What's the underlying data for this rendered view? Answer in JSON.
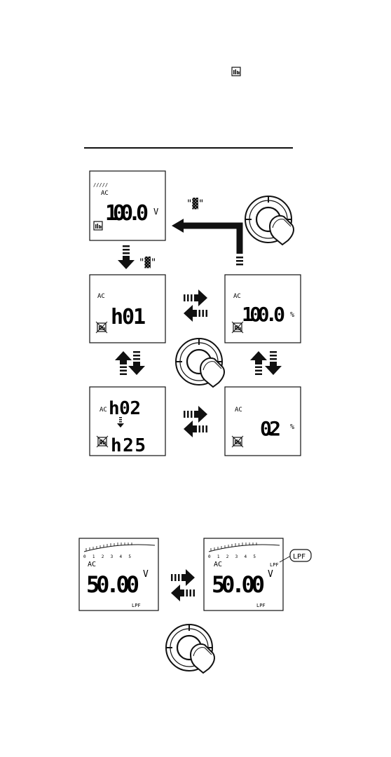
{
  "header_icon": "bar-graph-icon",
  "section_rule": true,
  "harmonics_diagram": {
    "mode_label": "AC",
    "button_label": "\"▓\"",
    "screens": {
      "voltage": {
        "mode": "AC",
        "value": "100.0",
        "unit": "V",
        "icon": "bar-graph-icon"
      },
      "h01": {
        "mode": "AC",
        "value": "h01",
        "icon": "bar-graph-off-icon"
      },
      "percent": {
        "mode": "AC",
        "value": "100.0",
        "unit": "%",
        "icon": "bar-graph-off-icon"
      },
      "h02_h25": {
        "mode": "AC",
        "value_top": "h02",
        "value_bottom": "h25",
        "icon": "bar-graph-off-icon"
      },
      "percent_small": {
        "mode": "AC",
        "value": "0.2",
        "unit": "%",
        "icon": "bar-graph-off-icon"
      }
    }
  },
  "lpf_diagram": {
    "left_screen": {
      "mode": "AC",
      "value": "50.00",
      "unit": "V",
      "footer": "LPF",
      "scale": "0 1 2 3 4 5"
    },
    "right_screen": {
      "mode": "AC",
      "value": "50.00",
      "unit": "V",
      "flag": "LPF",
      "footer": "LPF",
      "scale": "0 1 2 3 4 5"
    },
    "callout": "LPF"
  }
}
